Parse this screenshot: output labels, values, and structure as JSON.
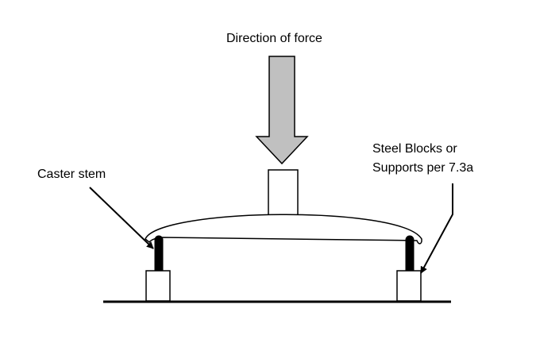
{
  "labels": {
    "force": "Direction of force",
    "caster_stem": "Caster stem",
    "steel_blocks_line1": "Steel Blocks or",
    "steel_blocks_line2": "Supports per 7.3a"
  },
  "colors": {
    "arrow_fill": "#c0c0c0",
    "stroke": "#000000",
    "background": "#ffffff"
  }
}
